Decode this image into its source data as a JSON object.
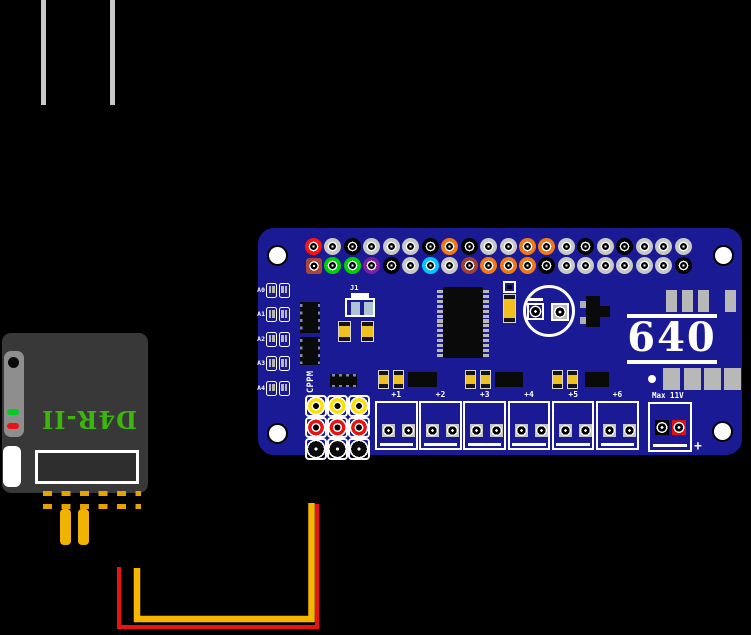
{
  "colors": {
    "background": "#000000",
    "board": "#1a1a94",
    "silk": "#ffffff",
    "antenna": "#c8c8c8",
    "receiver_body": "#383838",
    "receiver_panel": "#8e8e8e",
    "receiver_label_green": "#3cb60d",
    "led_green": "#00cc22",
    "led_red": "#ee1111",
    "wire_red": "#ee1111",
    "wire_yellow": "#f7b500",
    "header_dash_gold": "#e8a200",
    "pin_gold": "#f0b400",
    "smd_yellow": "#f0c020",
    "pad_gray": "#b8b8b8",
    "ic_black": "#0a0a0a"
  },
  "receiver": {
    "label": "D4R-II"
  },
  "board": {
    "logo": "640",
    "power_label": "Max 11V",
    "power_polarity": "+",
    "jumper_label": "J1",
    "cppm_label": "CPPM",
    "analog_labels": [
      "A0",
      "A1",
      "A2",
      "A3",
      "A4"
    ],
    "servo_labels": [
      "+1",
      "+2",
      "+3",
      "+4",
      "+5",
      "+6"
    ],
    "gpio_palette": {
      "red": "#ff1212",
      "gray": "#c8c8c8",
      "black": "#000000",
      "orange": "#f07818",
      "green": "#00d00a",
      "purple": "#7d1fa0",
      "cyan": "#00c8ff",
      "brown": "#9e4038",
      "brown_square": "#a8463c"
    },
    "gpio_row_top": [
      "red",
      "gray",
      "black",
      "gray",
      "gray",
      "gray",
      "black",
      "orange",
      "black",
      "gray",
      "gray",
      "orange",
      "orange",
      "gray",
      "black",
      "gray",
      "black",
      "gray",
      "gray",
      "gray"
    ],
    "gpio_row_bottom": [
      "brown_square",
      "green",
      "green",
      "purple",
      "black",
      "gray",
      "cyan",
      "gray",
      "brown",
      "orange",
      "orange",
      "orange",
      "black",
      "gray",
      "gray",
      "gray",
      "gray",
      "gray",
      "gray",
      "black"
    ],
    "cppm_pin_rows": [
      "#ffdf00",
      "#e81212",
      "#0a0a0a"
    ]
  }
}
